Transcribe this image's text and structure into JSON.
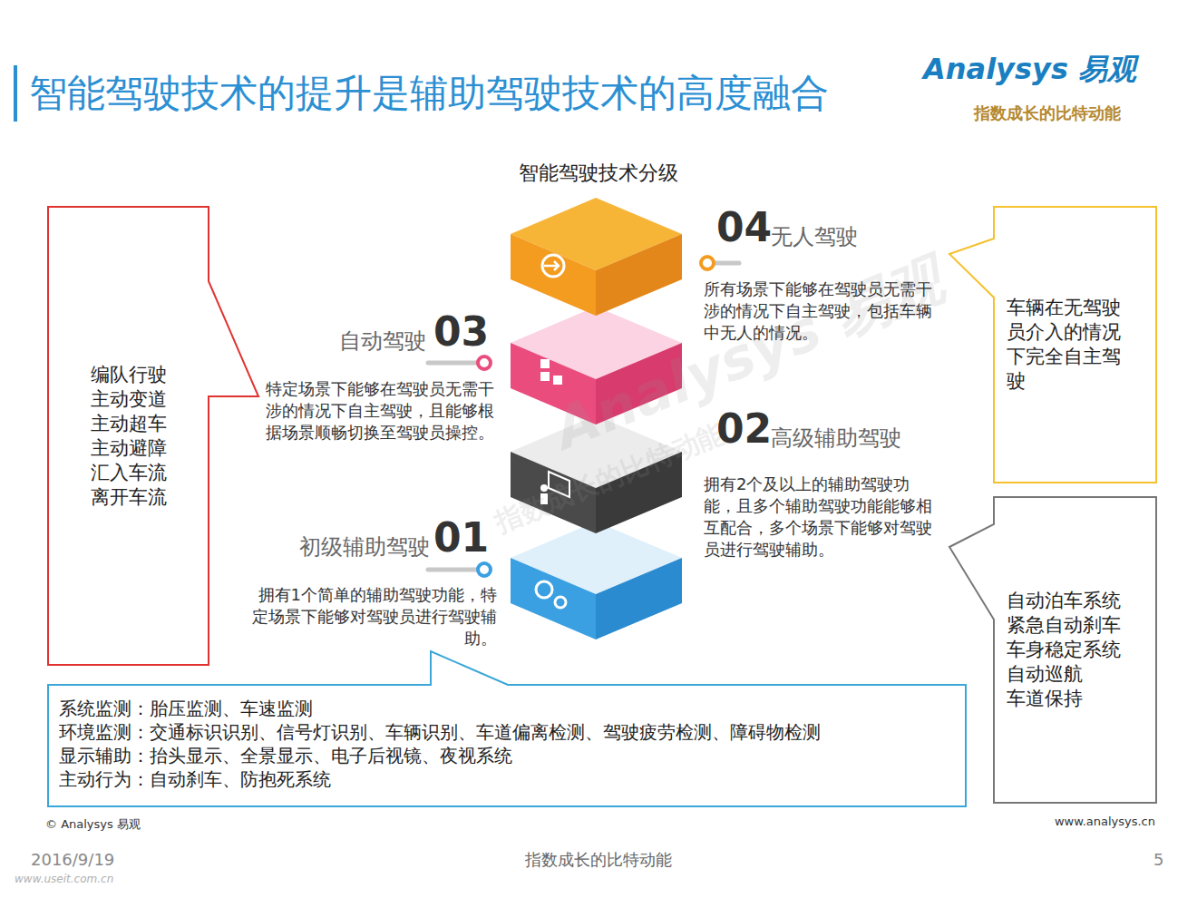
{
  "diagram": {
    "title": "智能驾驶技术的提升是辅助驾驶技术的高度融合",
    "nodes": [
      {
        "text": [
          "编队行驶",
          "主动变道",
          "主动超车",
          "主动避障",
          "汇入车流",
          "离开车流"
        ]
      },
      {
        "text": [
          "车辆在无驾驶员介入的情况下完全自主驾驶"
        ]
      },
      {
        "text": [
          "自动泊车系统",
          "紧急自动刹车",
          "车身稳定系统",
          "自动巡航",
          "车道保持"
        ]
      },
      {
        "text": [
          "系统监测：胎压监测、车速监测",
          "环境监测：交通标识识别、信号灯识别、车辆识别、车道偏离检测、驾驶疲劳检测、障碍物检测",
          "显示辅助：抬头显示、全景显示、电子后视镜、夜视系统",
          "主动行为：自动刹车、防抱死系统"
        ]
      }
    ],
    "labels": [
      "Analysys 易观",
      "指数成长的比特动能",
      "智能驾驶技术分级",
      "04",
      "无人驾驶",
      "所有场景下能够在驾驶员无需干涉的情况下自主驾驶，包括车辆中无人的情况。",
      "03",
      "自动驾驶",
      "特定场景下能够在驾驶员无需干涉的情况下自主驾驶，且能够根据场景顺畅切换至驾驶员操控。",
      "02",
      "高级辅助驾驶",
      "拥有2个及以上的辅助驾驶功能，且多个辅助驾驶功能能够相互配合，多个场景下能够对驾驶员进行驾驶辅助。",
      "01",
      "初级辅助驾驶",
      "拥有1个简单的辅助驾驶功能，特定场景下能够对驾驶员进行驾驶辅助。",
      "Analysys 易观",
      "指数成长的比特动能",
      "© Analysys 易观",
      "www.analysys.cn",
      "2016/9/19",
      "指数成长的比特动能",
      "5",
      "www.useit.com.cn"
    ]
  }
}
